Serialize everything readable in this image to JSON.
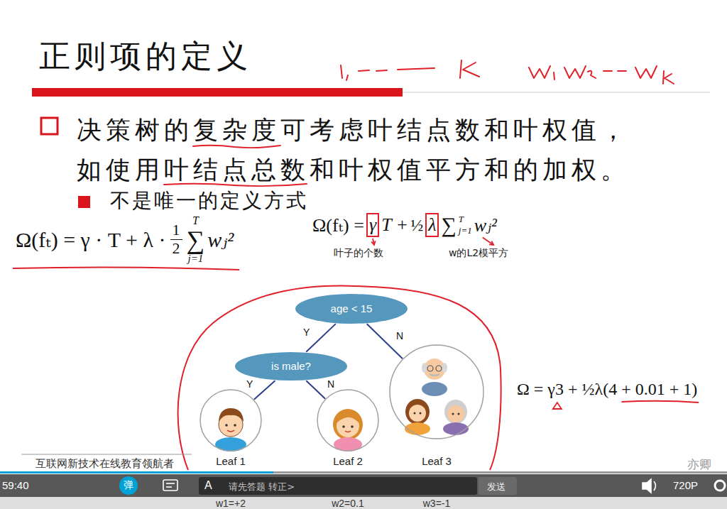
{
  "diagram": {
    "title": "正则项的定义",
    "nodes": [
      {
        "text": [
          "age < 15"
        ]
      },
      {
        "text": [
          "is male?"
        ]
      },
      {
        "text": [
          "Leaf 1",
          "w1=+2"
        ]
      },
      {
        "text": [
          "Leaf 2",
          "w2=0.1"
        ]
      },
      {
        "text": [
          "Leaf 3",
          "w3=-1"
        ]
      }
    ],
    "edges": [
      {
        "from": 0,
        "to": 1,
        "arrow": "none",
        "label": "Y"
      },
      {
        "from": 0,
        "to": 4,
        "arrow": "none",
        "label": "N"
      },
      {
        "from": 1,
        "to": 2,
        "arrow": "none",
        "label": "Y"
      },
      {
        "from": 1,
        "to": 3,
        "arrow": "none",
        "label": "N"
      }
    ],
    "labels": [
      "决策树的复杂度可考虑叶结点数和叶权值，如使用叶结点总数和叶权值平方和的加权。",
      "不是唯一的定义方式",
      "Ω(fₜ) = γ · T + λ ·",
      "1",
      "2",
      "T",
      "∑",
      "j=1",
      "wⱼ²",
      "Ω(fₜ) =",
      "γ",
      "T +",
      "½",
      "λ",
      "∑",
      "T",
      "j=1",
      "wⱼ²",
      "叶子的个数",
      "w的L2模平方",
      "Ω = γ3 + ½λ(4 + 0.01 + 1)",
      "互联网新技术在线教育领航者",
      "59:40",
      "弹",
      "A",
      "请先答题 转正>",
      "发送",
      "720P",
      "亦卿"
    ]
  }
}
